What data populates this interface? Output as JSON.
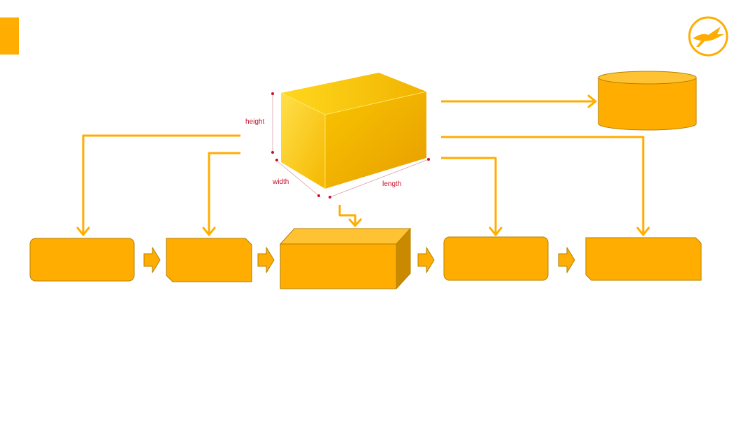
{
  "colors": {
    "accent": "#FFAD00",
    "accent_dark": "#C98A00",
    "box_light": "#FFD21E",
    "box_mid": "#F7C000",
    "box_dark": "#E9A400",
    "dimension_red": "#C8102E",
    "stroke": "#B58000"
  },
  "icons": {
    "logo": "lufthansa-crane-icon"
  },
  "parcel": {
    "labels": {
      "height": "height",
      "width": "width",
      "length": "length"
    }
  }
}
